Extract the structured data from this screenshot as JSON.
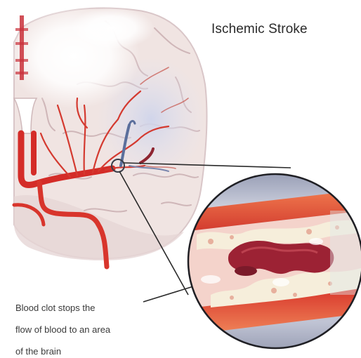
{
  "title": "Ischemic Stroke",
  "caption": {
    "line1": "Blood clot stops the",
    "line2": "flow of blood to an area",
    "line3": "of the brain"
  },
  "colors": {
    "brain_tissue": "#f1e6e4",
    "brain_shadow": "#dcc4c6",
    "ischemic_area": "#d8dcec",
    "artery_red": "#d8302c",
    "clot_dark": "#8f1f2a",
    "plaque": "#f3ead6",
    "vessel_wall": "#e24a35",
    "glare": "#ffffff"
  },
  "icons": [
    "magnifier-circle",
    "artery",
    "blood-clot"
  ]
}
